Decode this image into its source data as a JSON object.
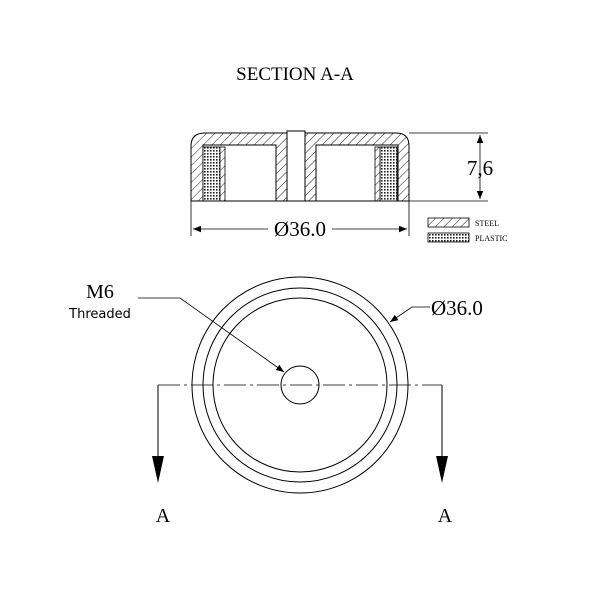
{
  "section_title": "SECTION A-A",
  "dims": {
    "height": "7,6",
    "section_diameter": "Ø36.0",
    "plan_diameter": "Ø36.0"
  },
  "thread": {
    "size": "M6",
    "note": "Threaded"
  },
  "legend": [
    {
      "label": "STEEL",
      "pattern": "hatch"
    },
    {
      "label": "PLASTIC",
      "pattern": "crosshatch"
    }
  ],
  "section_marks": [
    "A",
    "A"
  ]
}
